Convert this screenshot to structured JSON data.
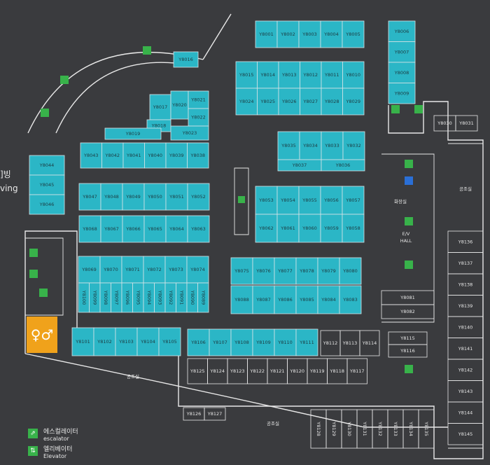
{
  "edge_labels": [
    "]빙",
    "ving"
  ],
  "legend": {
    "escalator_ko": "에스컬레이터",
    "escalator_en": "escalator",
    "elevator_ko": "엘리베이터",
    "elevator_en": "Elevator"
  },
  "areas": {
    "ev_hall": "E/V",
    "ev_hall_2": "HALL",
    "washroom": "화장실",
    "common_1": "공조실",
    "common_2": "공조실",
    "common_3": "공조실"
  },
  "stalls_top": [
    "Y8001",
    "Y8002",
    "Y8003",
    "Y8004",
    "Y8005"
  ],
  "stalls_row2": [
    "Y8015",
    "Y8014",
    "Y8013",
    "Y8012",
    "Y8011",
    "Y8010"
  ],
  "stalls_row3": [
    "Y8024",
    "Y8025",
    "Y8026",
    "Y8027",
    "Y8028",
    "Y8029"
  ],
  "stalls_right_col": [
    "Y8006",
    "Y8007",
    "Y8008",
    "Y8009"
  ],
  "stalls_curve": [
    "Y8016",
    "Y8017",
    "Y8020",
    "Y8021",
    "Y8022",
    "Y8018",
    "Y8023",
    "Y8019"
  ],
  "stalls_row4": [
    "Y8043",
    "Y8042",
    "Y8041",
    "Y8040",
    "Y8039",
    "Y8038"
  ],
  "stalls_mid_right": [
    "Y8035",
    "Y8034",
    "Y8033",
    "Y8032"
  ],
  "stalls_mid_right2": [
    "Y8037",
    "Y8036"
  ],
  "stalls_far_right_top": [
    "Y8030",
    "Y8031"
  ],
  "stalls_left": [
    "Y8044",
    "Y8045",
    "Y8046"
  ],
  "stalls_r5a": [
    "Y8047",
    "Y8048",
    "Y8049",
    "Y8050",
    "Y8051",
    "Y8052"
  ],
  "stalls_r5b": [
    "Y8068",
    "Y8067",
    "Y8066",
    "Y8065",
    "Y8064",
    "Y8063"
  ],
  "stalls_r5c": [
    "Y8053",
    "Y8054",
    "Y8055",
    "Y8056",
    "Y8057"
  ],
  "stalls_r5d": [
    "Y8062",
    "Y8061",
    "Y8060",
    "Y8059",
    "Y8058"
  ],
  "stalls_r6a": [
    "Y8069",
    "Y8070",
    "Y8071",
    "Y8072",
    "Y8073",
    "Y8074"
  ],
  "stalls_r6b": [
    "Y8100",
    "Y8099",
    "Y8098",
    "Y8097",
    "Y8096",
    "Y8095",
    "Y8094",
    "Y8093",
    "Y8092",
    "Y8091",
    "Y8090",
    "Y8089"
  ],
  "stalls_r6c": [
    "Y8075",
    "Y8076",
    "Y8077",
    "Y8078",
    "Y8079",
    "Y8080"
  ],
  "stalls_r6d": [
    "Y8088",
    "Y8087",
    "Y8086",
    "Y8085",
    "Y8084",
    "Y8083"
  ],
  "stalls_r7a": [
    "Y8101",
    "Y8102",
    "Y8103",
    "Y8104",
    "Y8105"
  ],
  "stalls_r7b": [
    "Y8106",
    "Y8107",
    "Y8108",
    "Y8109",
    "Y8110",
    "Y8111"
  ],
  "empty_r7": [
    "Y8112",
    "Y8113",
    "Y8114"
  ],
  "empty_side": [
    "Y8115",
    "Y8116"
  ],
  "empty_r8": [
    "Y8125",
    "Y8124",
    "Y8123",
    "Y8122",
    "Y8121",
    "Y8120",
    "Y8119",
    "Y8118",
    "Y8117"
  ],
  "empty_bottom": [
    "Y8126",
    "Y8127"
  ],
  "empty_bottom_v": [
    "Y8128",
    "Y8129",
    "Y8130",
    "Y8131",
    "Y8132",
    "Y8133",
    "Y8134",
    "Y8135"
  ],
  "empty_right_col": [
    "Y8136",
    "Y8137",
    "Y8138",
    "Y8139",
    "Y8140",
    "Y8141",
    "Y8142",
    "Y8143",
    "Y8144",
    "Y8145"
  ],
  "empty_mid": [
    "Y8081",
    "Y8082"
  ],
  "colors": {
    "stall": "#2bb6c6",
    "background": "#3a3b3e",
    "icon": "#38b24a",
    "washroom": "#f0a21b",
    "elevator": "#2a6fd6"
  }
}
